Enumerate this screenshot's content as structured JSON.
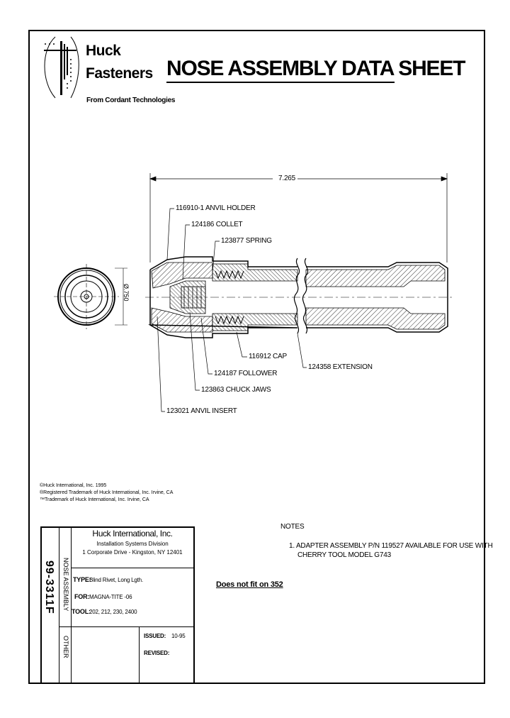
{
  "logo": {
    "brand_line1": "Huck",
    "brand_line2": "Fasteners",
    "tagline": "From Cordant Technologies"
  },
  "title": "NOSE ASSEMBLY DATA SHEET",
  "drawing": {
    "overall_length": "7.265",
    "diameter": "Ø.750",
    "callouts": {
      "anvil_holder": "116910-1 ANVIL HOLDER",
      "collet": "124186 COLLET",
      "spring": "123877 SPRING",
      "cap": "116912 CAP",
      "extension": "124358 EXTENSION",
      "follower": "124187 FOLLOWER",
      "chuck_jaws": "123863 CHUCK JAWS",
      "anvil_insert": "123021 ANVIL INSERT"
    }
  },
  "copyright": [
    "©Huck International, Inc. 1995",
    "®Registered Trademark of Huck International, Inc. Irvine, CA",
    "™Trademark of Huck International, Inc. Irvine, CA"
  ],
  "notes": {
    "heading": "NOTES",
    "items": [
      "1. ADAPTER ASSEMBLY P/N 119527 AVAILABLE FOR USE WITH",
      "CHERRY TOOL MODEL G743"
    ],
    "fit_note": "Does not fit on 352"
  },
  "title_block": {
    "part_number": "99-3311F",
    "category": "NOSE ASSEMBLY",
    "other_label": "OTHER",
    "company": "Huck International, Inc.",
    "division": "Installation Systems Division",
    "address": "1 Corporate Drive - Kingston, NY 12401",
    "type_label": "TYPE:",
    "type_value": "Blind Rivet, Long Lgth.",
    "for_label": "FOR:",
    "for_value": "MAGNA-TITE -06",
    "tool_label": "TOOL:",
    "tool_value": "202, 212, 230, 2400",
    "issued_label": "ISSUED:",
    "issued_value": "10-95",
    "revised_label": "REVISED:",
    "revised_value": ""
  }
}
